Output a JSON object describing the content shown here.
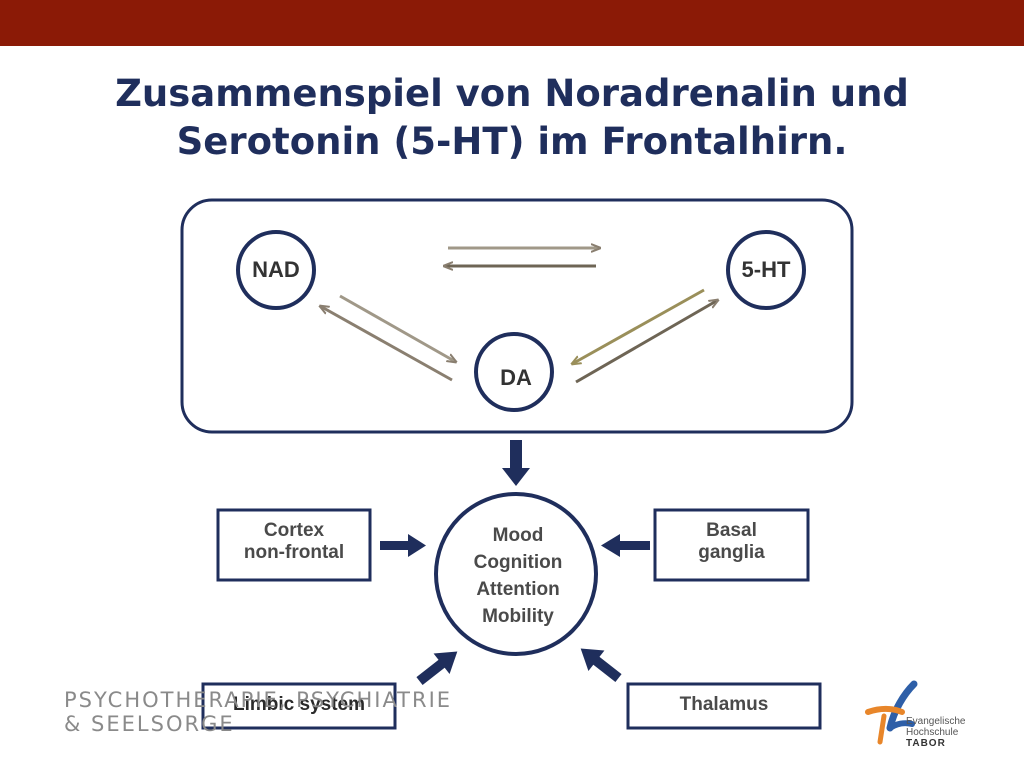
{
  "header": {
    "title_line1": "Zusammenspiel von Noradrenalin und",
    "title_line2": "Serotonin (5-HT) im Frontalhirn."
  },
  "diagram": {
    "nodes": {
      "nad": "NAD",
      "ht5": "5-HT",
      "da": "DA"
    },
    "center": {
      "lines": [
        "Mood",
        "Cognition",
        "Attention",
        "Mobility"
      ]
    },
    "regions": {
      "cortex": [
        "Cortex",
        "non-frontal"
      ],
      "basal": [
        "Basal",
        "ganglia"
      ],
      "limbic": "Limbic system",
      "thalamus": "Thalamus"
    }
  },
  "footer": {
    "brand_line1": "PSYCHOTHERAPIE, PSYCHIATRIE",
    "brand_line2": "& SEELSORGE",
    "logo_line1": "Evangelische",
    "logo_line2": "Hochschule",
    "logo_line3": "TABOR"
  },
  "colors": {
    "accent_bar": "#8b1a06",
    "navy": "#1f2e5c",
    "arrow_taupe": "#8a7f70",
    "arrow_olive": "#9a8f5a",
    "logo_blue": "#2e5fa8",
    "logo_orange": "#e8862a"
  }
}
